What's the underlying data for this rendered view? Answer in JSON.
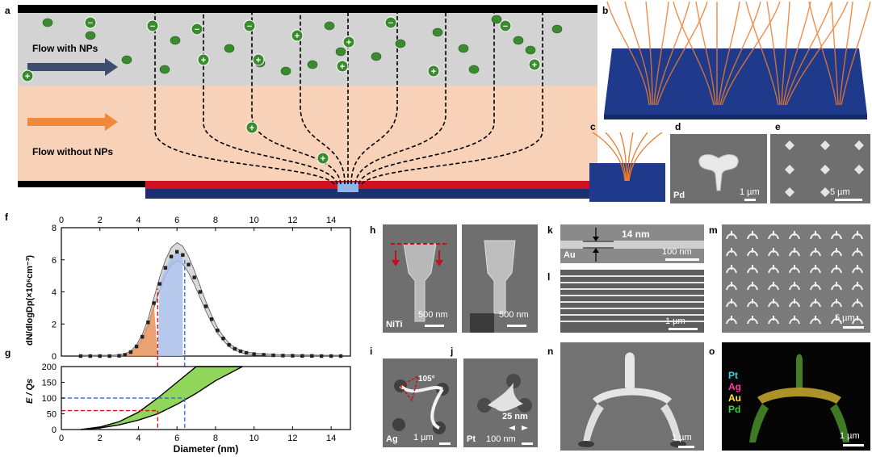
{
  "panels": {
    "a": {
      "label": "a",
      "flow_with": "Flow with NPs",
      "flow_without": "Flow without NPs"
    },
    "b": {
      "label": "b"
    },
    "c": {
      "label": "c"
    },
    "d": {
      "label": "d",
      "material": "Pd",
      "scale": "1 µm"
    },
    "e": {
      "label": "e",
      "scale": "5 µm"
    },
    "f": {
      "label": "f",
      "ylabel": "dN/dlogDp(×10⁶cm⁻³)"
    },
    "g": {
      "label": "g",
      "ylabel": "E / Qs",
      "xlabel": "Diameter (nm)"
    },
    "h": {
      "label": "h",
      "material": "NiTi",
      "scale1": "500 nm",
      "scale2": "500 nm"
    },
    "i": {
      "label": "i",
      "material": "Ag",
      "angle": "105°",
      "scale": "1 µm"
    },
    "j": {
      "label": "j",
      "material": "Pt",
      "size": "25 nm",
      "scale": "100 nm"
    },
    "k": {
      "label": "k",
      "material": "Au",
      "size": "14 nm",
      "scale": "100 nm"
    },
    "l": {
      "label": "l",
      "scale": "1 µm"
    },
    "m": {
      "label": "m",
      "scale": "5 µm"
    },
    "n": {
      "label": "n",
      "scale": "1 µm"
    },
    "o": {
      "label": "o",
      "legend": [
        "Pt",
        "Ag",
        "Au",
        "Pd"
      ],
      "legend_colors": [
        "#2fd8d8",
        "#ff3aa0",
        "#ffe52a",
        "#44d244"
      ],
      "scale": "1 µm"
    }
  },
  "chart_data": [
    {
      "type": "scatter",
      "panel": "f",
      "ylabel": "dN/dlogDp(×10⁶cm⁻³)",
      "top_x_ticks": [
        "0",
        "2",
        "4",
        "6",
        "8",
        "10",
        "12",
        "14"
      ],
      "y_ticks": [
        "0",
        "2",
        "4",
        "6",
        "8"
      ],
      "xlim": [
        0,
        15
      ],
      "ylim": [
        0,
        8
      ],
      "series": [
        {
          "x": [
            1.0,
            1.5,
            2.0,
            2.5,
            3.0,
            3.3,
            3.6,
            3.9,
            4.2,
            4.5,
            4.8,
            5.1,
            5.4,
            5.7,
            6.0,
            6.3,
            6.6,
            6.9,
            7.2,
            7.5,
            7.8,
            8.1,
            8.4,
            8.7,
            9.0,
            9.3,
            9.6,
            10.0,
            10.5,
            11.0,
            11.5,
            12.0,
            12.5,
            13.0,
            13.5,
            14.0,
            14.5
          ],
          "y": [
            0,
            0,
            0,
            0,
            0.02,
            0.08,
            0.25,
            0.6,
            1.2,
            2.1,
            3.3,
            4.5,
            5.5,
            6.2,
            6.5,
            6.3,
            5.7,
            4.9,
            4.0,
            3.1,
            2.3,
            1.6,
            1.1,
            0.7,
            0.45,
            0.3,
            0.2,
            0.12,
            0.08,
            0.05,
            0.03,
            0.02,
            0.01,
            0.01,
            0,
            0,
            0
          ]
        }
      ],
      "shaded_red_upto": 5.0,
      "shaded_blue_range": [
        5.0,
        6.3
      ]
    },
    {
      "type": "area",
      "panel": "g",
      "ylabel": "E / Qs",
      "xlabel": "Diameter (nm)",
      "x_ticks": [
        "0",
        "2",
        "4",
        "6",
        "8",
        "10",
        "12",
        "14"
      ],
      "y_ticks": [
        "0",
        "50",
        "100",
        "150",
        "200"
      ],
      "xlim": [
        0,
        15
      ],
      "ylim": [
        0,
        200
      ],
      "upper_curve": {
        "x": [
          1,
          2,
          3,
          4,
          5,
          6,
          7
        ],
        "y": [
          0,
          8,
          25,
          55,
          100,
          150,
          200
        ]
      },
      "lower_curve": {
        "x": [
          1,
          2,
          3,
          4,
          5,
          6,
          7,
          8,
          9.4
        ],
        "y": [
          0,
          5,
          15,
          30,
          50,
          80,
          115,
          155,
          200
        ]
      },
      "guides": [
        {
          "x": 5.0,
          "y": 60
        },
        {
          "x": 6.4,
          "y": 100
        }
      ]
    }
  ]
}
